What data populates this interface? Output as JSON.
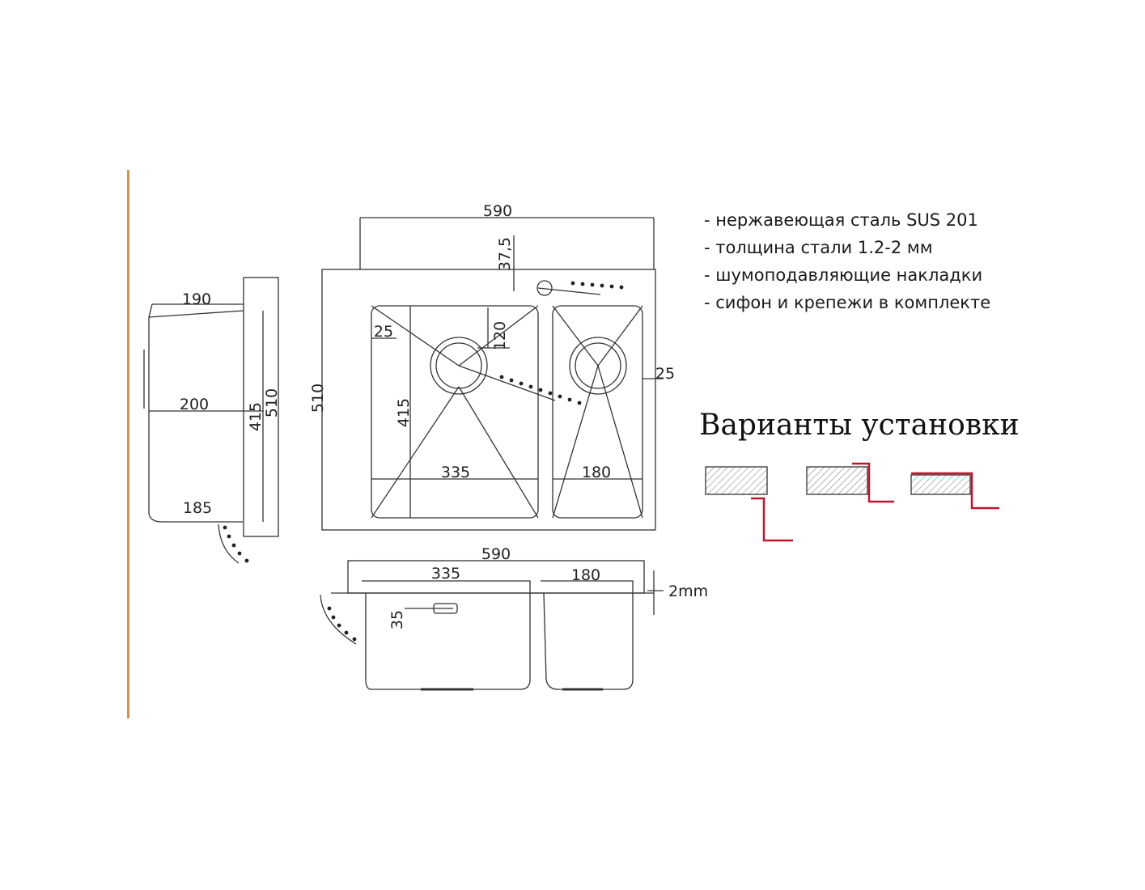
{
  "specs": [
    "- нержавеющая сталь SUS 201",
    "- толщина стали 1.2-2 мм",
    "- шумоподавляющие накладки",
    "- сифон и крепежи в комплекте"
  ],
  "install_title": "Варианты установки",
  "dimensions": {
    "top_width": "590",
    "faucet_offset": "37,5",
    "edge_left": "25",
    "edge_right": "25",
    "drain_offset": "120",
    "height_total": "510",
    "bowl_depth": "415",
    "bowl_left_width": "335",
    "bowl_right_width": "180",
    "side_top": "190",
    "side_mid": "200",
    "side_bottom": "185",
    "side_inner": "415",
    "side_outer": "510",
    "front_width": "590",
    "front_left": "335",
    "front_right": "180",
    "overflow_height": "35",
    "edge_thickness": "2mm"
  },
  "colors": {
    "line": "#333333",
    "accent": "#c0162c",
    "hatch": "#888888",
    "frame": "#c8955a"
  }
}
